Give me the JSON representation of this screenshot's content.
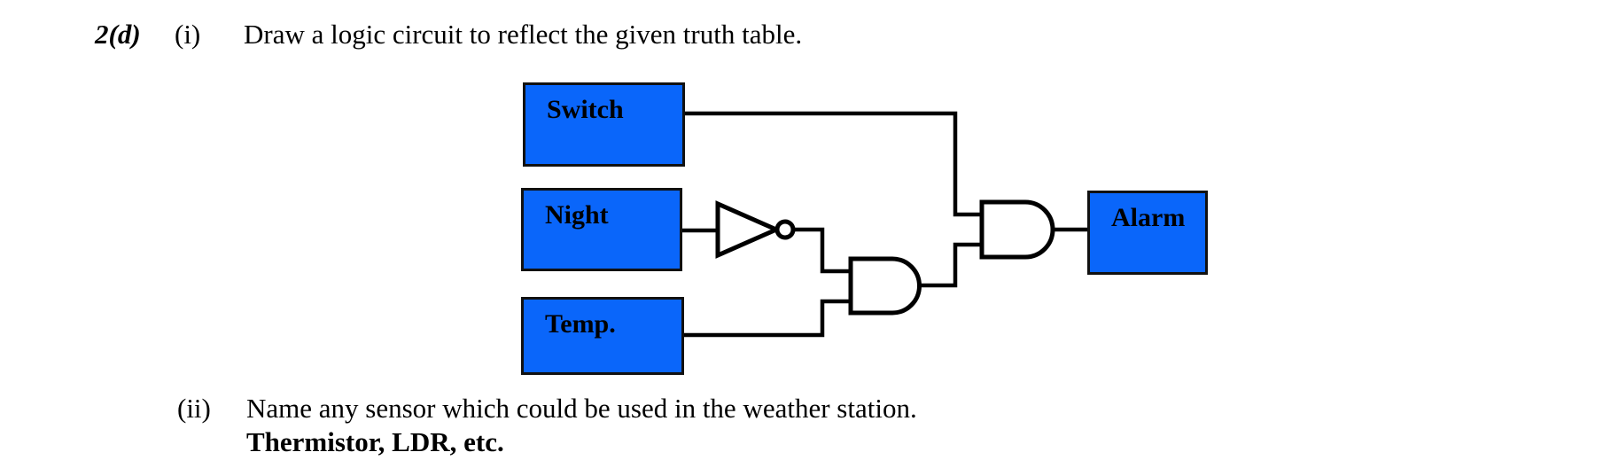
{
  "header": {
    "question_number": "2(d)",
    "part_label": "(i)",
    "prompt": "Draw a logic circuit to reflect the given truth table."
  },
  "footer": {
    "part_label": "(ii)",
    "prompt": "Name any sensor which could be used in the weather station.",
    "answer": "Thermistor, LDR, etc."
  },
  "circuit": {
    "colors": {
      "box_fill": "#0A66FA",
      "box_border": "#111111",
      "wire": "#000000"
    },
    "inputs": [
      {
        "id": "switch",
        "label": "Switch"
      },
      {
        "id": "night",
        "label": "Night"
      },
      {
        "id": "temp",
        "label": "Temp."
      }
    ],
    "output": {
      "id": "alarm",
      "label": "Alarm"
    },
    "gates": [
      {
        "type": "NOT",
        "input": "Night"
      },
      {
        "type": "AND",
        "inputs": [
          "NOT Night",
          "Temp."
        ]
      },
      {
        "type": "AND",
        "inputs": [
          "Switch",
          "AND(NOT Night, Temp.)"
        ],
        "output": "Alarm"
      }
    ]
  }
}
